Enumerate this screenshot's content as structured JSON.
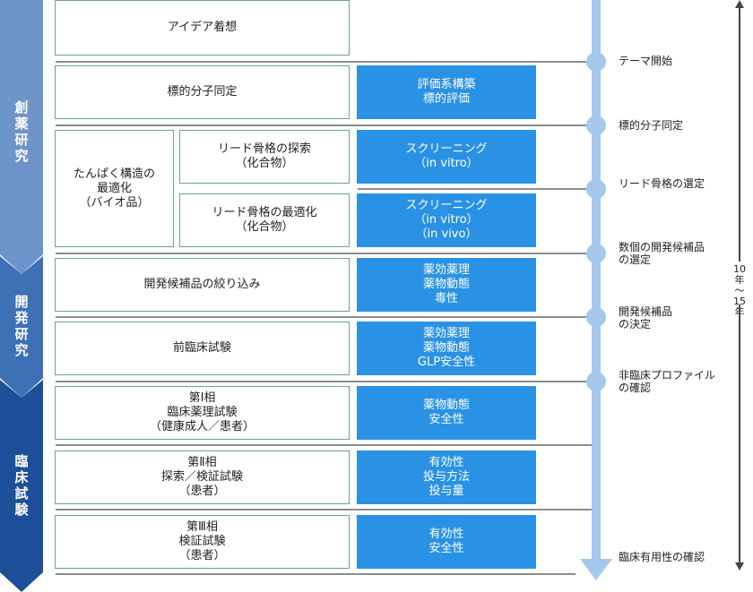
{
  "phases": [
    {
      "label": "創薬研究",
      "color": "#6e93cb"
    },
    {
      "label": "開発研究",
      "color": "#3e70b6"
    },
    {
      "label": "臨床試験",
      "color": "#1c4f98"
    }
  ],
  "stages": [
    {
      "label": "アイデア着想"
    },
    {
      "label": "標的分子同定",
      "method": "評価系構築\n標的評価"
    },
    {
      "group": "たんぱく構造の\n最適化\n（バイオ品）",
      "sub": [
        {
          "label": "リード骨格の探索\n（化合物）",
          "method": "スクリーニング\n（in vitro）"
        },
        {
          "label": "リード骨格の最適化\n（化合物）",
          "method": "スクリーニング\n（in vitro）\n（in vivo）"
        }
      ]
    },
    {
      "label": "開発候補品の絞り込み",
      "method": "薬効薬理\n薬物動態\n毒性"
    },
    {
      "label": "前臨床試験",
      "method": "薬効薬理\n薬物動態\nGLP安全性"
    },
    {
      "label": "第Ⅰ相\n臨床薬理試験\n（健康成人／患者）",
      "method": "薬物動態\n安全性"
    },
    {
      "label": "第Ⅱ相\n探索／検証試験\n（患者）",
      "method": "有効性\n投与方法\n投与量"
    },
    {
      "label": "第Ⅲ相\n検証試験\n（患者）",
      "method": "有効性\n安全性"
    }
  ],
  "milestones": [
    "テーマ開始",
    "標的分子同定",
    "リード骨格の選定",
    "数個の開発候補品\nの選定",
    "開発候補品\nの決定",
    "非臨床プロファイル\nの確認",
    "臨床有用性の確認"
  ],
  "duration": "10年\n〜\n15年",
  "colors": {
    "box_border": "#6aa87a",
    "method_fill": "#2a92e4",
    "timeline": "#a6c8ee",
    "divider": "#8c8c8c"
  }
}
